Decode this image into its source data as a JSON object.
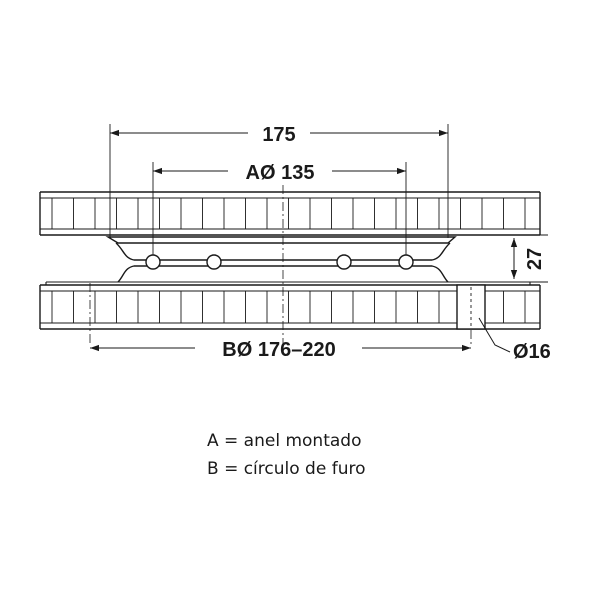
{
  "dimensions": {
    "overall_width": "175",
    "mounted_ring": "AØ 135",
    "hole_circle": "BØ 176–220",
    "height": "27",
    "hole_diameter": "Ø16"
  },
  "legend": {
    "line_a": "A = anel montado",
    "line_b": "B = círculo de furo"
  },
  "colors": {
    "line": "#1a1a1a",
    "background": "#ffffff"
  }
}
